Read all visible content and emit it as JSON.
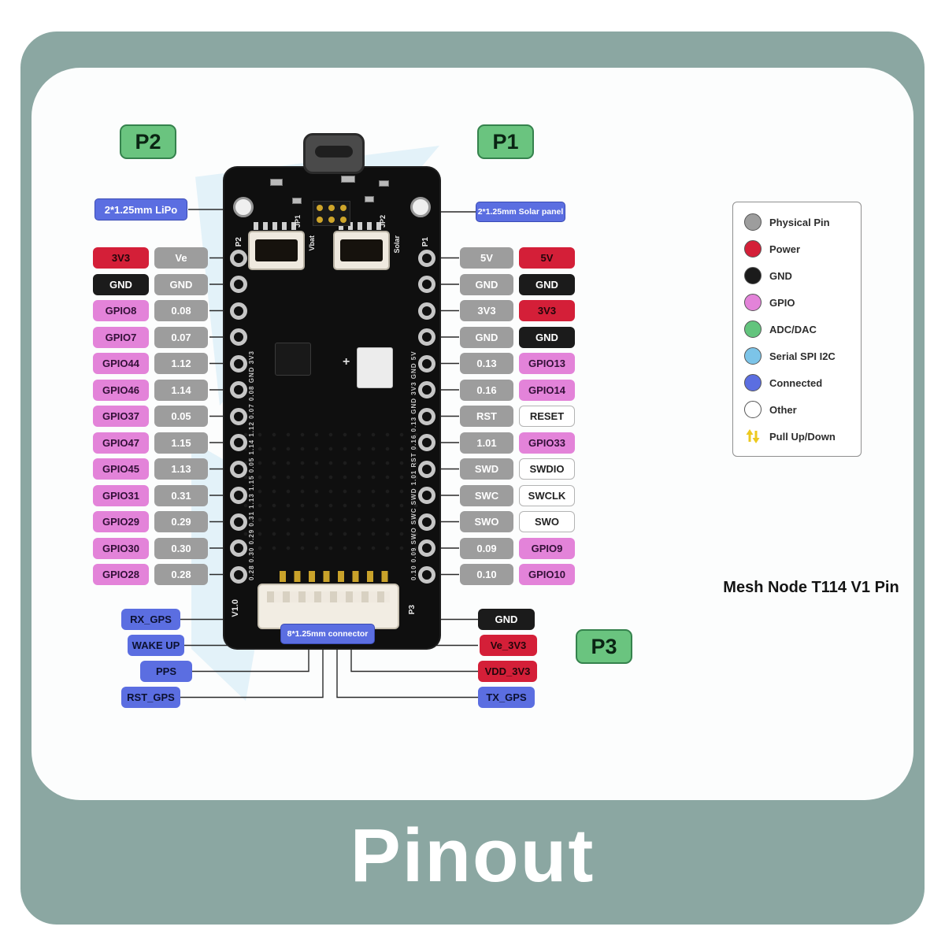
{
  "banner": {
    "title": "Pinout"
  },
  "caption": "Mesh Node T114 V1 Pin",
  "badges": {
    "p1": "P1",
    "p2": "P2",
    "p3": "P3",
    "lipo": "2*1.25mm LiPo",
    "solar": "2*1.25mm Solar panel",
    "connector8": "8*1.25mm connector"
  },
  "board": {
    "tag_p1": "P1",
    "tag_p2": "P2",
    "tag_p3": "P3",
    "version": "V1.0",
    "jp1": "JP1",
    "jp2": "JP2",
    "vbat": "Vbat",
    "solar": "Solar",
    "plus": "+",
    "silk_left": "0.28 0.30 0.29 0.31 1.13 1.15 0.05 1.14 1.12 0.07 0.08 GND 3V3",
    "silk_right": "0.10 0.09 SWO SWC SWD 1.01 RST 0.16 0.13 GND 3V3 GND 5V"
  },
  "left_pins": [
    {
      "outer": "3V3",
      "type": "power",
      "inner": "Ve"
    },
    {
      "outer": "GND",
      "type": "gnd",
      "inner": "GND"
    },
    {
      "outer": "GPIO8",
      "type": "gpio",
      "inner": "0.08"
    },
    {
      "outer": "GPIO7",
      "type": "gpio",
      "inner": "0.07"
    },
    {
      "outer": "GPIO44",
      "type": "gpio",
      "inner": "1.12"
    },
    {
      "outer": "GPIO46",
      "type": "gpio",
      "inner": "1.14"
    },
    {
      "outer": "GPIO37",
      "type": "gpio",
      "inner": "0.05"
    },
    {
      "outer": "GPIO47",
      "type": "gpio",
      "inner": "1.15"
    },
    {
      "outer": "GPIO45",
      "type": "gpio",
      "inner": "1.13"
    },
    {
      "outer": "GPIO31",
      "type": "gpio",
      "inner": "0.31"
    },
    {
      "outer": "GPIO29",
      "type": "gpio",
      "inner": "0.29"
    },
    {
      "outer": "GPIO30",
      "type": "gpio",
      "inner": "0.30"
    },
    {
      "outer": "GPIO28",
      "type": "gpio",
      "inner": "0.28"
    }
  ],
  "right_pins": [
    {
      "inner": "5V",
      "outer": "5V",
      "type": "power"
    },
    {
      "inner": "GND",
      "outer": "GND",
      "type": "gnd"
    },
    {
      "inner": "3V3",
      "outer": "3V3",
      "type": "power"
    },
    {
      "inner": "GND",
      "outer": "GND",
      "type": "gnd"
    },
    {
      "inner": "0.13",
      "outer": "GPIO13",
      "type": "gpio"
    },
    {
      "inner": "0.16",
      "outer": "GPIO14",
      "type": "gpio"
    },
    {
      "inner": "RST",
      "outer": "RESET",
      "type": "other"
    },
    {
      "inner": "1.01",
      "outer": "GPIO33",
      "type": "gpio"
    },
    {
      "inner": "SWD",
      "outer": "SWDIO",
      "type": "other"
    },
    {
      "inner": "SWC",
      "outer": "SWCLK",
      "type": "other"
    },
    {
      "inner": "SWO",
      "outer": "SWO",
      "type": "other"
    },
    {
      "inner": "0.09",
      "outer": "GPIO9",
      "type": "gpio"
    },
    {
      "inner": "0.10",
      "outer": "GPIO10",
      "type": "gpio"
    }
  ],
  "bottom_left_pins": [
    {
      "label": "RX_GPS",
      "type": "connected"
    },
    {
      "label": "WAKE UP",
      "type": "connected"
    },
    {
      "label": "PPS",
      "type": "connected"
    },
    {
      "label": "RST_GPS",
      "type": "connected"
    }
  ],
  "bottom_right_pins": [
    {
      "label": "GND",
      "type": "gnd"
    },
    {
      "label": "Ve_3V3",
      "type": "power"
    },
    {
      "label": "VDD_3V3",
      "type": "power"
    },
    {
      "label": "TX_GPS",
      "type": "connected"
    }
  ],
  "legend": [
    {
      "label": "Physical Pin",
      "type": "physical"
    },
    {
      "label": "Power",
      "type": "power"
    },
    {
      "label": "GND",
      "type": "gnd"
    },
    {
      "label": "GPIO",
      "type": "gpio"
    },
    {
      "label": "ADC/DAC",
      "type": "adc"
    },
    {
      "label": "Serial SPI I2C",
      "type": "serial"
    },
    {
      "label": "Connected",
      "type": "connected"
    },
    {
      "label": "Other",
      "type": "other"
    },
    {
      "label": "Pull Up/Down",
      "type": "pull"
    }
  ],
  "colors": {
    "physical": "#9d9d9d",
    "power": "#d41f38",
    "gnd": "#1b1b1b",
    "gpio": "#e383d9",
    "adc": "#63c47d",
    "serial": "#7cc4e8",
    "connected": "#5b6ee1",
    "other": "#ffffff",
    "badge_green": "#6ac47f",
    "mat": "#8ba7a2",
    "pull_yellow": "#edc91f"
  }
}
